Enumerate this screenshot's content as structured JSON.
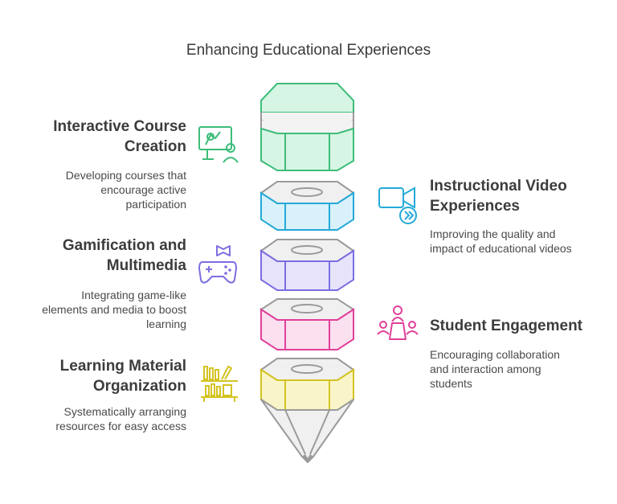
{
  "title": "Enhancing Educational Experiences",
  "items": [
    {
      "heading_line1": "Interactive Course",
      "heading_line2": "Creation",
      "desc_line1": "Developing courses that",
      "desc_line2": "encourage active",
      "desc_line3": "participation",
      "color": "#3dbd7a",
      "fill": "#d7f5e4",
      "icon": "teacher-board-icon"
    },
    {
      "heading_line1": "Instructional Video",
      "heading_line2": "Experiences",
      "desc_line1": "Improving the quality and",
      "desc_line2": "impact of educational videos",
      "color": "#24a9d8",
      "fill": "#d8f1fb",
      "icon": "video-camera-icon"
    },
    {
      "heading_line1": "Gamification and",
      "heading_line2": "Multimedia",
      "desc_line1": "Integrating game-like",
      "desc_line2": "elements and media to boost",
      "desc_line3": "learning",
      "color": "#7b6ee0",
      "fill": "#e7e3fb",
      "icon": "gamepad-icon"
    },
    {
      "heading_line1": "Student Engagement",
      "desc_line1": "Encouraging collaboration",
      "desc_line2": "and interaction among",
      "desc_line3": "students",
      "color": "#e0409a",
      "fill": "#fbe0ef",
      "icon": "group-meeting-icon"
    },
    {
      "heading_line1": "Learning Material",
      "heading_line2": "Organization",
      "desc_line1": "Systematically arranging",
      "desc_line2": "resources for easy access",
      "color": "#d4c321",
      "fill": "#faf5c9",
      "icon": "bookshelf-icon"
    }
  ]
}
